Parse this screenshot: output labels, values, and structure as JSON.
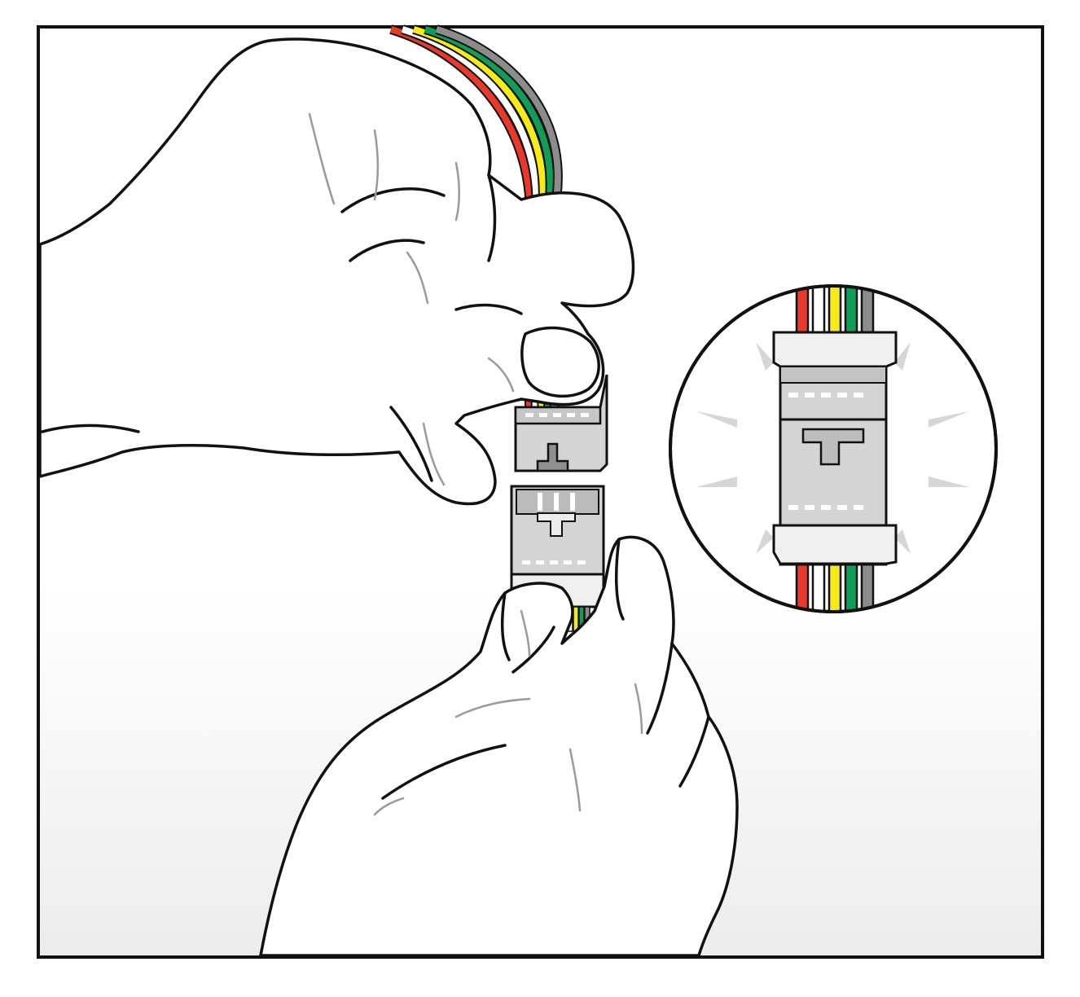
{
  "colors": {
    "wire_red": "#e8392b",
    "wire_white": "#ffffff",
    "wire_yellow": "#f6eb16",
    "wire_green": "#0f9d58",
    "wire_gray": "#8c8c8c",
    "outline": "#111111",
    "connector_light": "#efefef",
    "connector_mid": "#d4d4d4",
    "connector_dark": "#b9b9b9",
    "skin": "#ffffff",
    "background_top": "#ffffff",
    "background_bottom": "#ececec"
  },
  "icons": {
    "upper_hand": "hand-pinching-icon",
    "lower_hand": "hand-holding-icon",
    "upper_connector": "female-connector-icon",
    "lower_connector": "male-connector-icon",
    "detail_inset": "magnified-connection-icon",
    "latch": "t-latch-icon"
  },
  "illustration": {
    "wire_order": [
      "red",
      "white",
      "yellow",
      "green",
      "gray"
    ],
    "inset_state": "connected"
  }
}
